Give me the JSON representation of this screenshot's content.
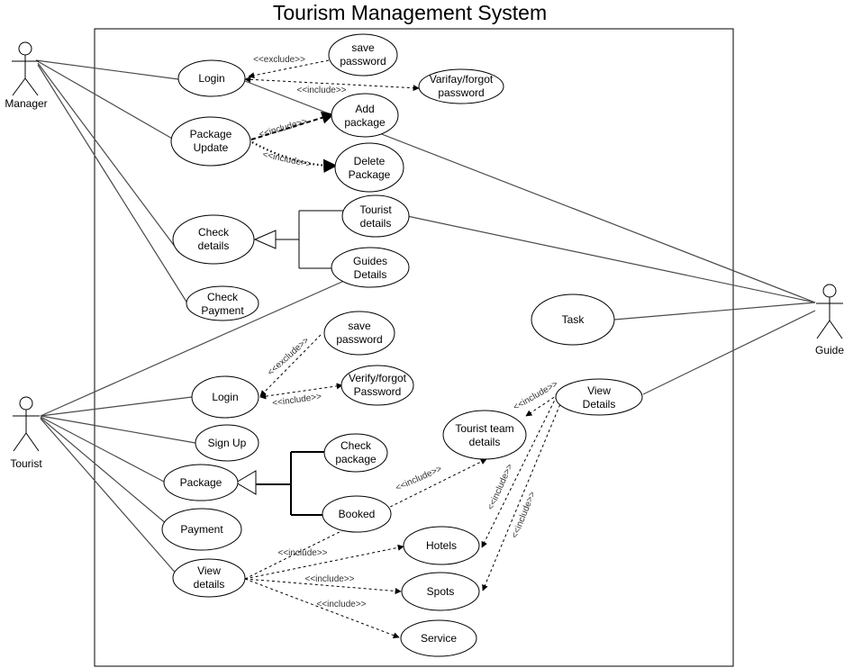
{
  "title": "Tourism  Management System",
  "actors": {
    "manager": "Manager",
    "guide": "Guide",
    "tourist": "Tourist"
  },
  "use_cases": {
    "manager_login": "Login",
    "save_password_1": [
      "save",
      "password"
    ],
    "varifay_forgot": [
      "Varifay/forgot",
      "password"
    ],
    "package_update": [
      "Package",
      "Update"
    ],
    "add_package": [
      "Add",
      "package"
    ],
    "delete_package": [
      "Delete",
      "Package"
    ],
    "check_details": [
      "Check",
      "details"
    ],
    "tourist_details": [
      "Tourist",
      "details"
    ],
    "guides_details": [
      "Guides",
      "Details"
    ],
    "check_payment": [
      "Check",
      "Payment"
    ],
    "task": "Task",
    "save_password_2": [
      "save",
      "password"
    ],
    "tourist_login": "Login",
    "verify_forgot": [
      "Verify/forgot",
      "Password"
    ],
    "view_details_guide": [
      "View",
      "Details"
    ],
    "tourist_team_details": [
      "Tourist team",
      "details"
    ],
    "sign_up": "Sign Up",
    "check_package": [
      "Check",
      "package"
    ],
    "package": "Package",
    "booked": "Booked",
    "payment": "Payment",
    "hotels": "Hotels",
    "view_details_tourist": [
      "View",
      "details"
    ],
    "spots": "Spots",
    "service": "Service"
  },
  "relations": {
    "exclude_1": "<<exclude>>",
    "include_1": "<<include>>",
    "include_add": "<<include>>",
    "include_delete": "<<include>>",
    "exclude_2": "<<exclude>>",
    "include_verify": "<<include>>",
    "include_team": "<<include>>",
    "include_hotels_g": "<<include>>",
    "include_spots_g": "<<include>>",
    "include_booked": "<<include>>",
    "include_hotels_t": "<<include>>",
    "include_spots_t": "<<include>>",
    "include_service_t": "<<include>>"
  }
}
